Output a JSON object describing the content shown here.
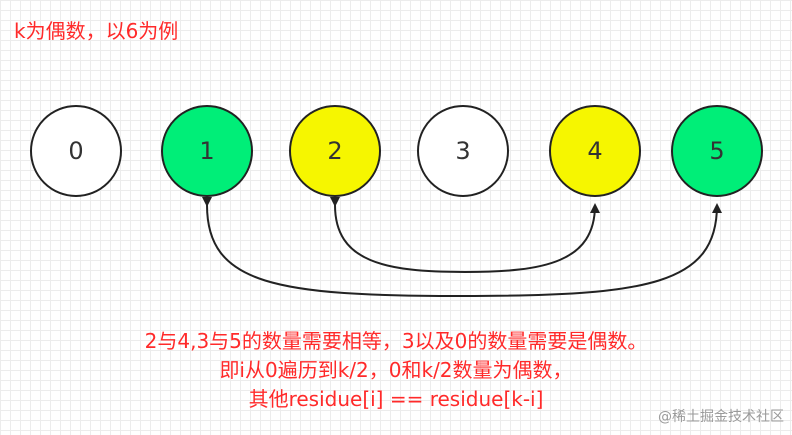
{
  "title": "k为偶数，以6为例",
  "nodes": [
    {
      "label": "0",
      "fill": "#ffffff"
    },
    {
      "label": "1",
      "fill": "#00ee78"
    },
    {
      "label": "2",
      "fill": "#f6f600"
    },
    {
      "label": "3",
      "fill": "#ffffff"
    },
    {
      "label": "4",
      "fill": "#f6f600"
    },
    {
      "label": "5",
      "fill": "#00ee78"
    }
  ],
  "pairs": [
    {
      "from": "2",
      "to": "4"
    },
    {
      "from": "1",
      "to": "5"
    }
  ],
  "note": {
    "line1": "2与4,3与5的数量需要相等，3以及0的数量需要是偶数。",
    "line2": "即i从0遍历到k/2，0和k/2数量为偶数，",
    "line3": "其他residue[i] == residue[k-i]"
  },
  "watermark": "@稀土掘金技术社区",
  "colors": {
    "text_red": "#ff2a2a",
    "green": "#00ee78",
    "yellow": "#f6f600",
    "stroke": "#222222"
  }
}
